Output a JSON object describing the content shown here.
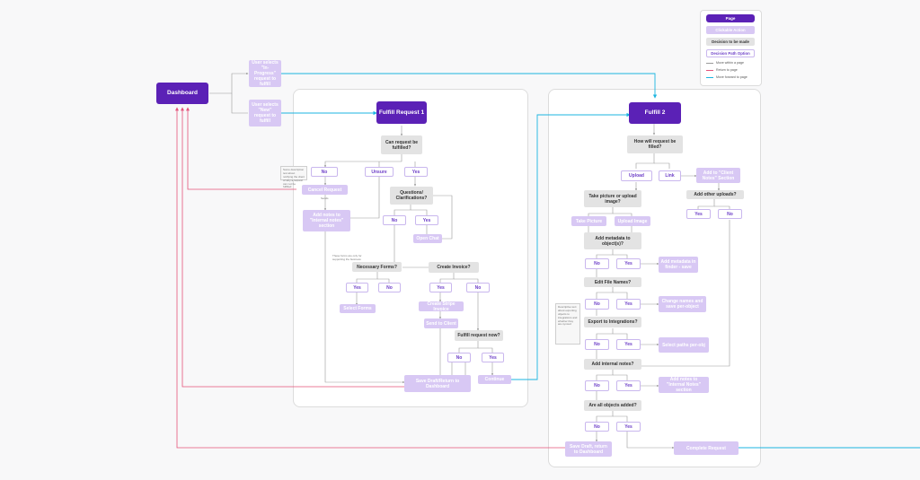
{
  "legend": {
    "page": "Page",
    "action": "Clickable Action",
    "decision": "Decision to be made",
    "option": "Decision Path Option",
    "move_within": "Move within a page",
    "return": "Return to page",
    "forward": "Move forward to page"
  },
  "colors": {
    "page": "#5b21b6",
    "action": "#d8c8f4",
    "decision": "#e3e3e3",
    "option_border": "#c9b7ee",
    "within": "#9a9a9a",
    "return": "#e5537a",
    "forward": "#1bb5e0"
  },
  "entry": {
    "dashboard": "Dashboard",
    "in_progress": "User selects \"In-Progress\" request to fulfill",
    "new": "User selects \"New\" request to fulfill"
  },
  "fulfill1": {
    "title": "Fulfill Request 1",
    "can_fulfill": "Can request be fulfilled?",
    "no": "No",
    "unsure": "Unsure",
    "yes": "Yes",
    "note_left": "Some description text about notifying the client of why a request can not be fulfilled",
    "cancel": "Cancel Request",
    "cancel_sub": "Sends",
    "add_notes": "Add notes to \"Internal notes\" section",
    "questions": "Questions/ Clarifications?",
    "q_no": "No",
    "q_yes": "Yes",
    "open_chat": "Open Chat",
    "note_forms": "These forms are only for supporting the business",
    "necessary_forms": "Necessary Forms?",
    "nf_yes": "Yes",
    "nf_no": "No",
    "select_forms": "Select Forms",
    "create_invoice": "Create Invoice?",
    "ci_yes": "Yes",
    "ci_no": "No",
    "stripe": "Create Stripe Invoice",
    "send_client": "Send to Client",
    "fulfill_now": "Fulfill request now?",
    "fn_no": "No",
    "fn_yes": "Yes",
    "save_draft": "Save Draft/Return to Dashboard",
    "continue": "Continue"
  },
  "fulfill2": {
    "title": "Fulfill 2",
    "how_filled": "How will request be filled?",
    "upload": "Upload",
    "link": "Link",
    "client_notes": "Add to \"Client Notes\" Section",
    "take_or_upload": "Take picture or upload image?",
    "other_uploads": "Add other uploads?",
    "ou_yes": "Yes",
    "ou_no": "No",
    "take_picture": "Take Picture",
    "upload_image": "Upload Image",
    "add_metadata_q": "Add metadata to object(s)?",
    "md_no": "No",
    "md_yes": "Yes",
    "add_metadata": "Add metadata in finder - save",
    "edit_names": "Edit File Names?",
    "en_no": "No",
    "en_yes": "Yes",
    "change_names": "Change names and save per-object",
    "note_export": "Descriptive text about exporting objects to integrations and whether they are synced",
    "export_q": "Export to Integrations?",
    "ex_no": "No",
    "ex_yes": "Yes",
    "select_paths": "Select paths per-obj",
    "internal_notes_q": "Add internal notes?",
    "in_no": "No",
    "in_yes": "Yes",
    "add_internal": "Add notes to \"Internal Notes\" section",
    "all_added": "Are all objects added?",
    "aa_no": "No",
    "aa_yes": "Yes",
    "save_draft": "Save Draft, return to Dashboard",
    "complete": "Complete Request"
  }
}
